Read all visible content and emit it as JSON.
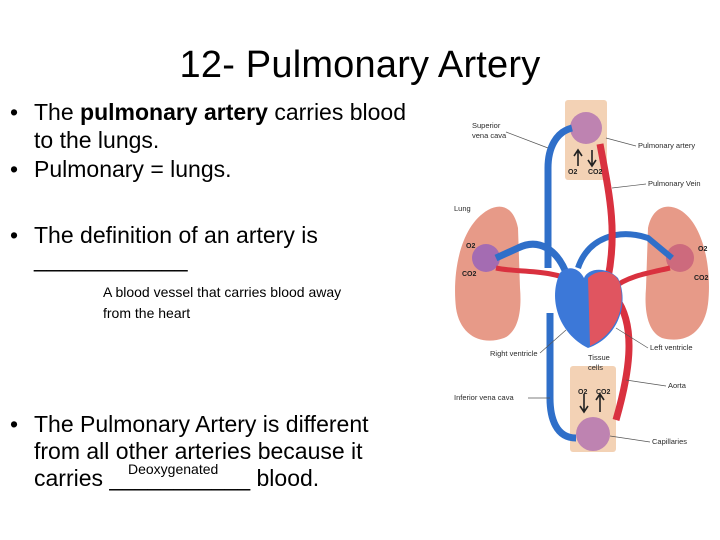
{
  "slide": {
    "title": "12- Pulmonary Artery",
    "bullets": [
      {
        "pre": "The ",
        "bold": "pulmonary artery",
        "post": " carries blood",
        "line2": "to the lungs."
      },
      {
        "text": "Pulmonary = lungs."
      },
      {
        "text": "The definition of an artery is",
        "line2": "____________"
      },
      {
        "line1": "The Pulmonary Artery is different",
        "line2": "from all other arteries because it",
        "line3": "carries ___________ blood."
      }
    ],
    "bullet_symbol": "•",
    "definition_answer_line1": "A blood vessel that carries blood away",
    "definition_answer_line2": "from the heart",
    "blank_answer": "Deoxygenated"
  },
  "diagram": {
    "labels": {
      "superior_vena_cava": [
        "Superior",
        "vena cava"
      ],
      "pulmonary_artery": "Pulmonary artery",
      "pulmonary_vein": "Pulmonary Vein",
      "lung": "Lung",
      "right_ventricle": "Right ventricle",
      "tissue_cells": [
        "Tissue",
        "cells"
      ],
      "left_ventricle": "Left ventricle",
      "aorta": "Aorta",
      "inferior_vena_cava": "Inferior vena cava",
      "capillaries": "Capillaries",
      "o2": "O2",
      "co2": "CO2"
    },
    "colors": {
      "oxygenated": "#d9313f",
      "deoxygenated": "#2f6fc9",
      "lung": "#e79a88",
      "tissue": "#f3d2b5",
      "purple": "#7a4fb0"
    }
  }
}
